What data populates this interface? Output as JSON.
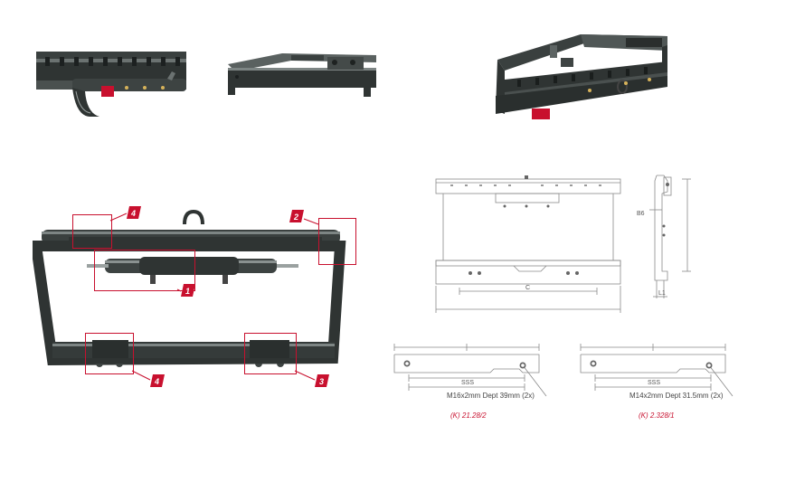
{
  "photos": {
    "top_left": {
      "name": "closeup-front-rail-photo"
    },
    "top_middle": {
      "name": "closeup-rear-frame-photo"
    },
    "top_right": {
      "name": "carriage-perspective-photo"
    },
    "main": {
      "name": "sideshifter-main-photo"
    }
  },
  "callouts": [
    {
      "id": "callout-4-top",
      "number": "4"
    },
    {
      "id": "callout-2",
      "number": "2"
    },
    {
      "id": "callout-1",
      "number": "1"
    },
    {
      "id": "callout-4-bottom",
      "number": "4"
    },
    {
      "id": "callout-3",
      "number": "3"
    }
  ],
  "drawings": {
    "front_view": {
      "dim_c": "C"
    },
    "side_view": {
      "dim_b": "B6",
      "dim_l": "L1"
    },
    "detail_left": {
      "dim_sss": "SSS",
      "thread_note": "M16x2mm Dept 39mm (2x)",
      "ref_code": "(K) 21.28/2"
    },
    "detail_right": {
      "dim_sss": "SSS",
      "thread_note": "M14x2mm Dept 31.5mm (2x)",
      "ref_code": "(K) 2.328/1"
    }
  },
  "colors": {
    "frame_dark": "#2f3433",
    "frame_mid": "#4a504f",
    "highlight": "#7d8584",
    "accent_red": "#c8102e",
    "line_gray": "#8a8a8a"
  }
}
